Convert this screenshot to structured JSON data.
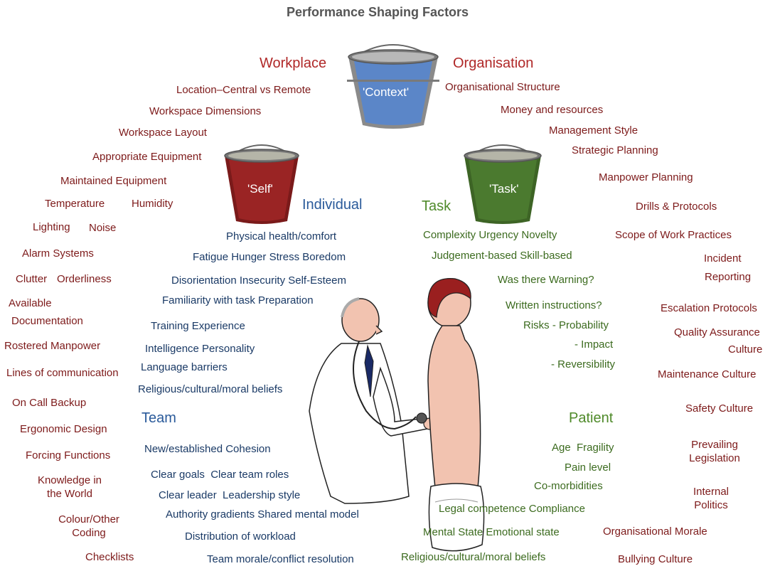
{
  "title": "Performance Shaping Factors",
  "buckets": {
    "context": "'Context'",
    "self": "'Self'",
    "task": "'Task'"
  },
  "headers": {
    "workplace": "Workplace",
    "organisation": "Organisation",
    "individual": "Individual",
    "task": "Task",
    "team": "Team",
    "patient": "Patient"
  },
  "workplace": [
    "Location–Central vs Remote",
    "Workspace Dimensions",
    "Workspace Layout",
    "Appropriate Equipment",
    "Maintained Equipment",
    "Temperature",
    "Humidity",
    "Lighting",
    "Noise",
    "Alarm Systems",
    "Clutter",
    "Orderliness",
    "Available",
    "Documentation",
    "Rostered Manpower",
    "Lines of communication",
    "On Call Backup",
    "Ergonomic Design",
    "Forcing Functions",
    "Knowledge in",
    "the World",
    "Colour/Other",
    "Coding",
    "Checklists"
  ],
  "organisation": [
    "Organisational Structure",
    "Money and resources",
    "Management Style",
    "Strategic Planning",
    "Manpower Planning",
    "Drills & Protocols",
    "Scope of Work Practices",
    "Incident",
    "Reporting",
    "Escalation Protocols",
    "Quality Assurance",
    "Culture",
    "Maintenance Culture",
    "Safety Culture",
    "Prevailing",
    "Legislation",
    "Internal",
    "Politics",
    "Organisational Morale",
    "Bullying Culture"
  ],
  "individual": [
    "Physical health/comfort",
    "Fatigue Hunger Stress Boredom",
    "Disorientation Insecurity Self-Esteem",
    "Familiarity with task Preparation",
    "Training Experience",
    "Intelligence Personality",
    "Language barriers",
    "Religious/cultural/moral beliefs"
  ],
  "team": [
    "New/established Cohesion",
    "Clear goals  Clear team roles",
    "Clear leader  Leadership style",
    "Authority gradients Shared mental model",
    "Distribution of workload",
    "Team morale/conflict resolution"
  ],
  "task": [
    "Complexity Urgency Novelty",
    "Judgement-based Skill-based",
    "Was there Warning?",
    "Written instructions?",
    "Risks - Probability",
    "- Impact",
    "- Reversibility"
  ],
  "patient": [
    "Age  Fragility",
    "Pain level",
    "Co-morbidities",
    "Legal competence Compliance",
    "Mental State Emotional state",
    "Religious/cultural/moral beliefs"
  ],
  "colors": {
    "workplace_text": "#7d1a1a",
    "individual_text": "#1a3a66",
    "task_text": "#3c6b1f",
    "bucket_context": "#5b86c8",
    "bucket_self": "#9a2424",
    "bucket_task": "#4b7a2f"
  },
  "icons": [
    "bucket-icon",
    "doctor-illustration",
    "patient-illustration",
    "stethoscope-icon"
  ]
}
